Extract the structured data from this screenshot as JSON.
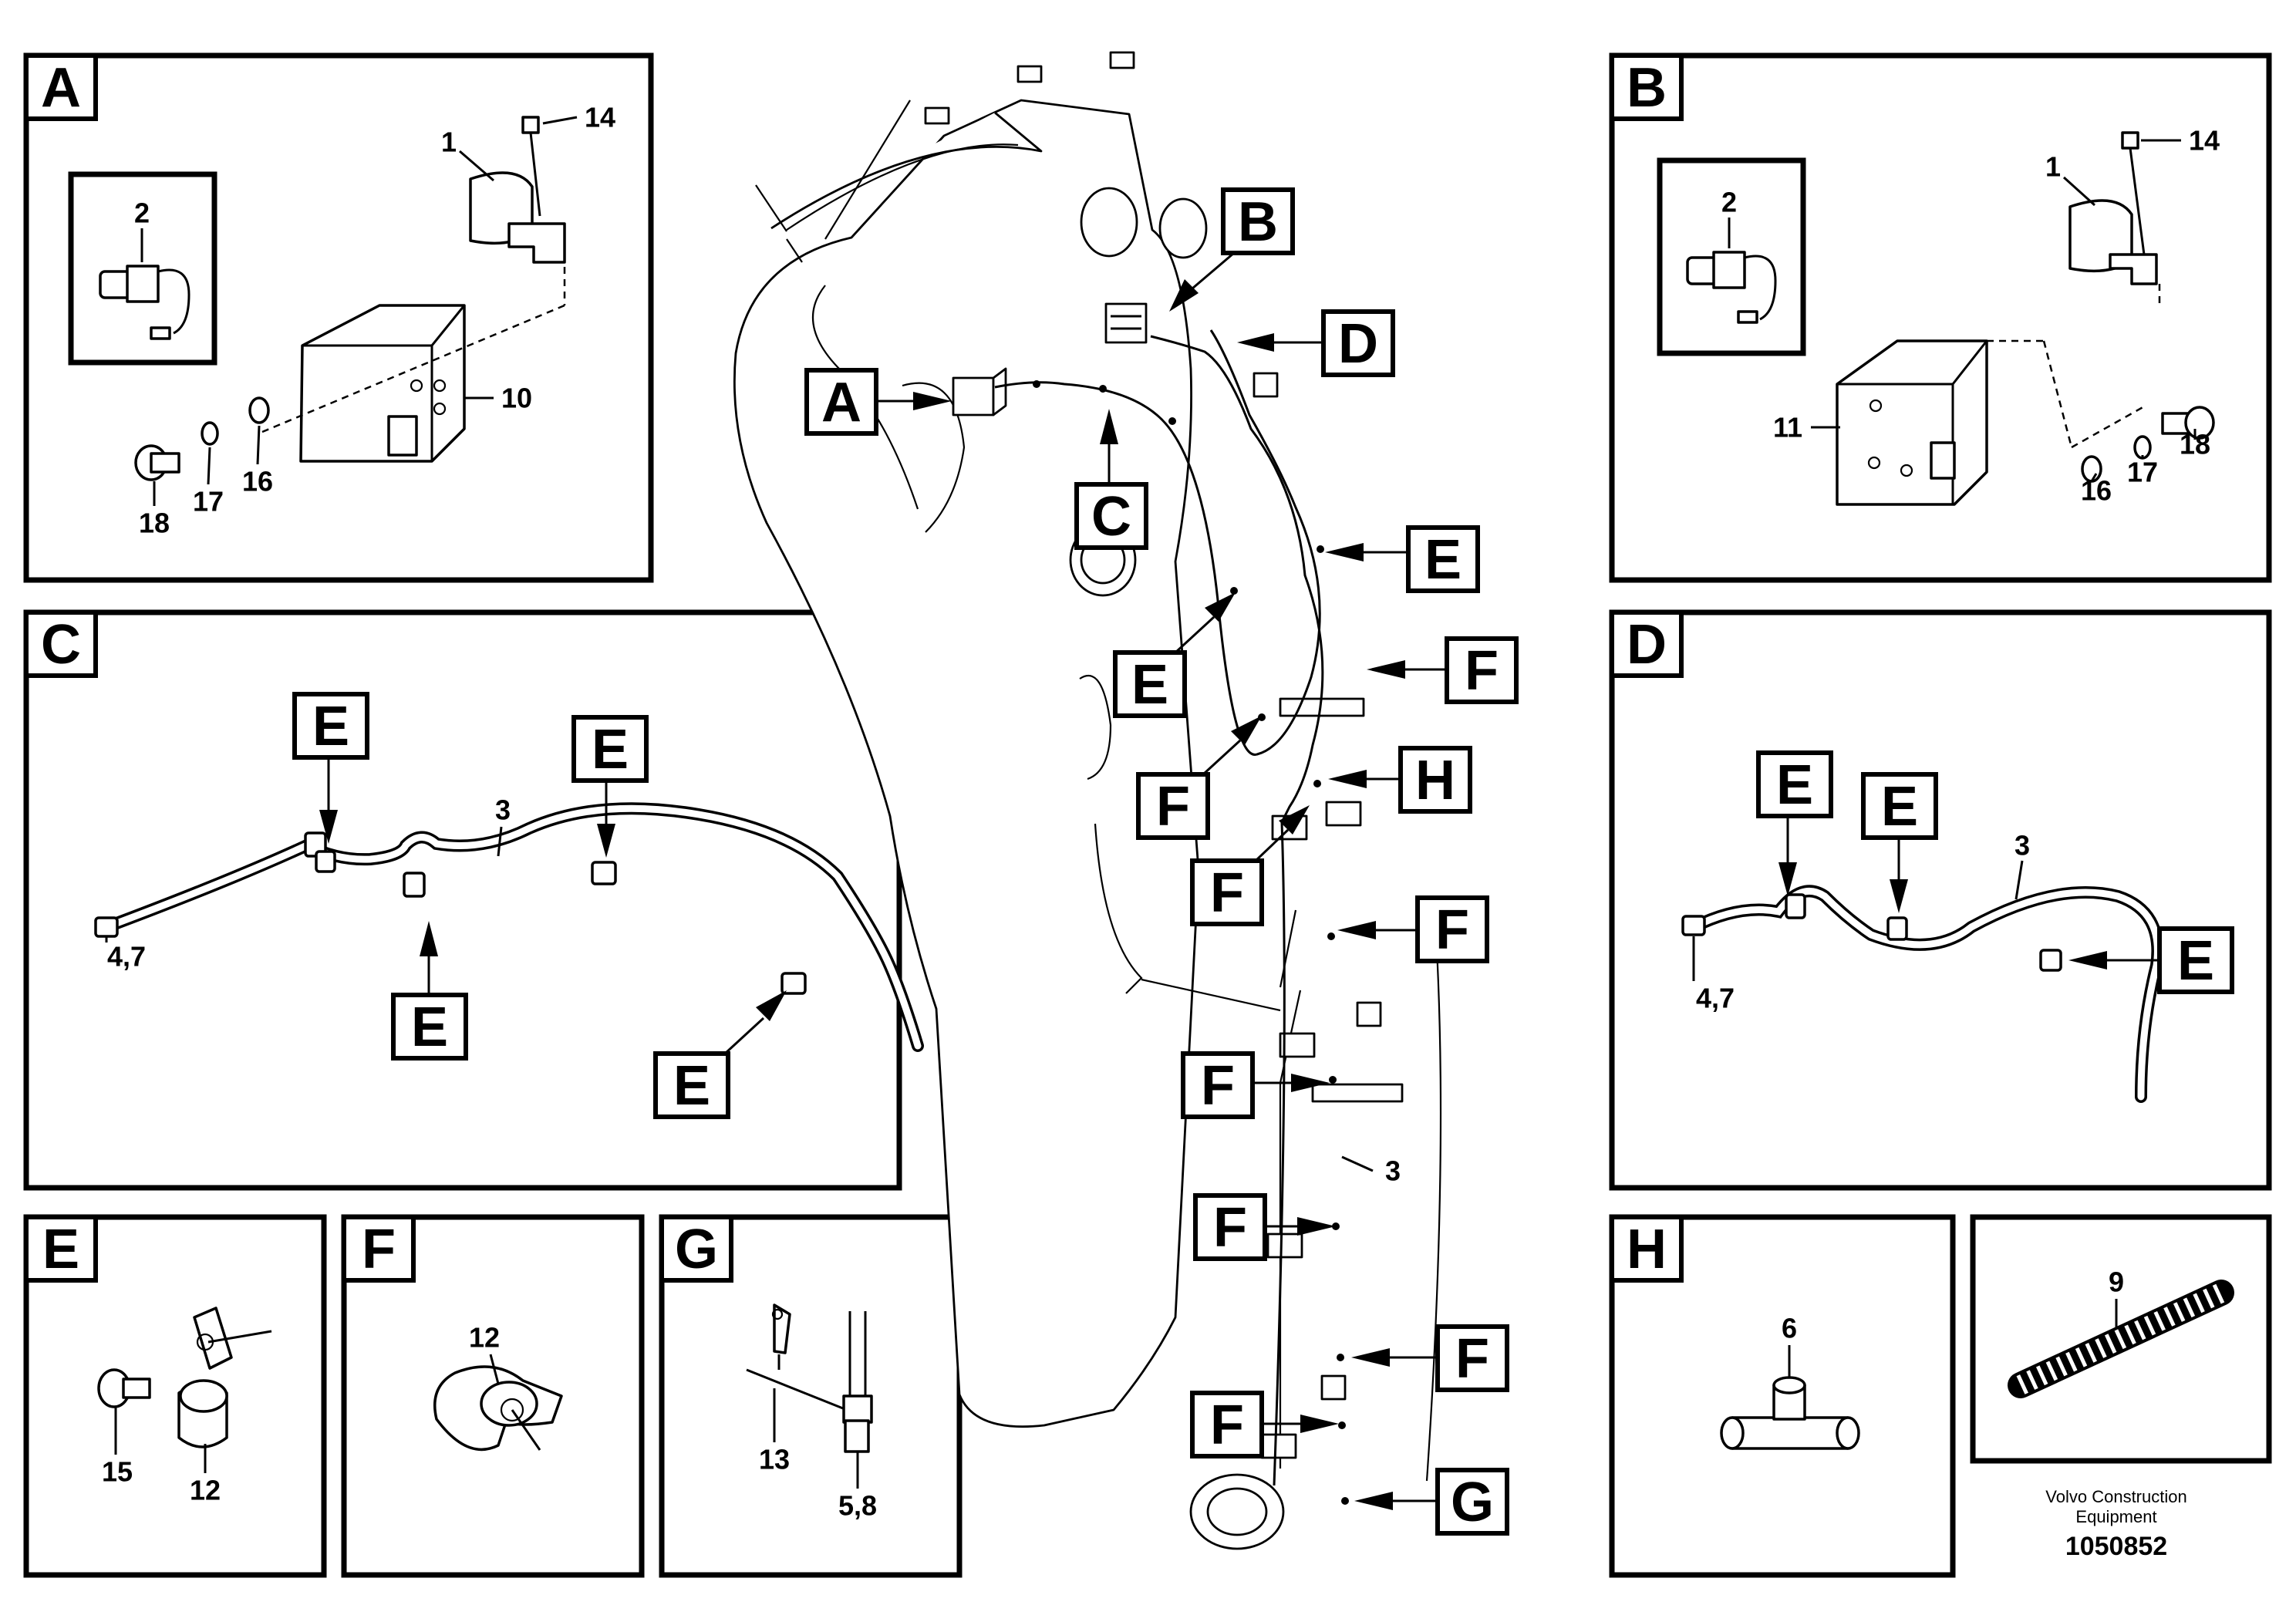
{
  "panels": {
    "A": {
      "label": "A",
      "parts": {
        "p1": "1",
        "p2": "2",
        "p10": "10",
        "p14": "14",
        "p16": "16",
        "p17": "17",
        "p18": "18"
      }
    },
    "B": {
      "label": "B",
      "parts": {
        "p1": "1",
        "p2": "2",
        "p11": "11",
        "p14": "14",
        "p16": "16",
        "p17": "17",
        "p18": "18"
      }
    },
    "C": {
      "label": "C",
      "clip_tag": "E",
      "parts": {
        "p3": "3",
        "p47": "4,7"
      }
    },
    "D": {
      "label": "D",
      "clip_tag": "E",
      "parts": {
        "p3": "3",
        "p47": "4,7"
      }
    },
    "E": {
      "label": "E",
      "parts": {
        "p12": "12",
        "p15": "15"
      }
    },
    "F": {
      "label": "F",
      "parts": {
        "p12": "12"
      }
    },
    "G": {
      "label": "G",
      "parts": {
        "p13": "13",
        "p58": "5,8"
      }
    },
    "H": {
      "label": "H",
      "parts": {
        "p6": "6"
      }
    },
    "P9": {
      "parts": {
        "p9": "9"
      }
    }
  },
  "main": {
    "tags": {
      "A": "A",
      "B": "B",
      "C": "C",
      "D": "D",
      "E": "E",
      "F": "F",
      "G": "G",
      "H": "H"
    },
    "part_3": "3"
  },
  "footer": {
    "company_line1": "Volvo Construction",
    "company_line2": "Equipment",
    "drawing_number": "1050852"
  }
}
